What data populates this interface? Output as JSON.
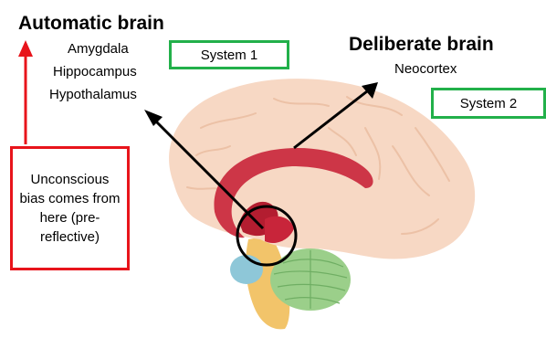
{
  "automatic": {
    "title": "Automatic brain",
    "regions": [
      "Amygdala",
      "Hippocampus",
      "Hypothalamus"
    ],
    "system_label": "System 1"
  },
  "deliberate": {
    "title": "Deliberate brain",
    "region": "Neocortex",
    "system_label": "System 2"
  },
  "bias_note": "Unconscious bias comes from here (pre-reflective)",
  "colors": {
    "system_box": "#22b04a",
    "bias_box": "#e8141b",
    "brain_fill": "#f7d8c4",
    "limbic": "#c8253a",
    "cerebellum": "#9bcf8a",
    "brainstem": "#f2c46a"
  }
}
